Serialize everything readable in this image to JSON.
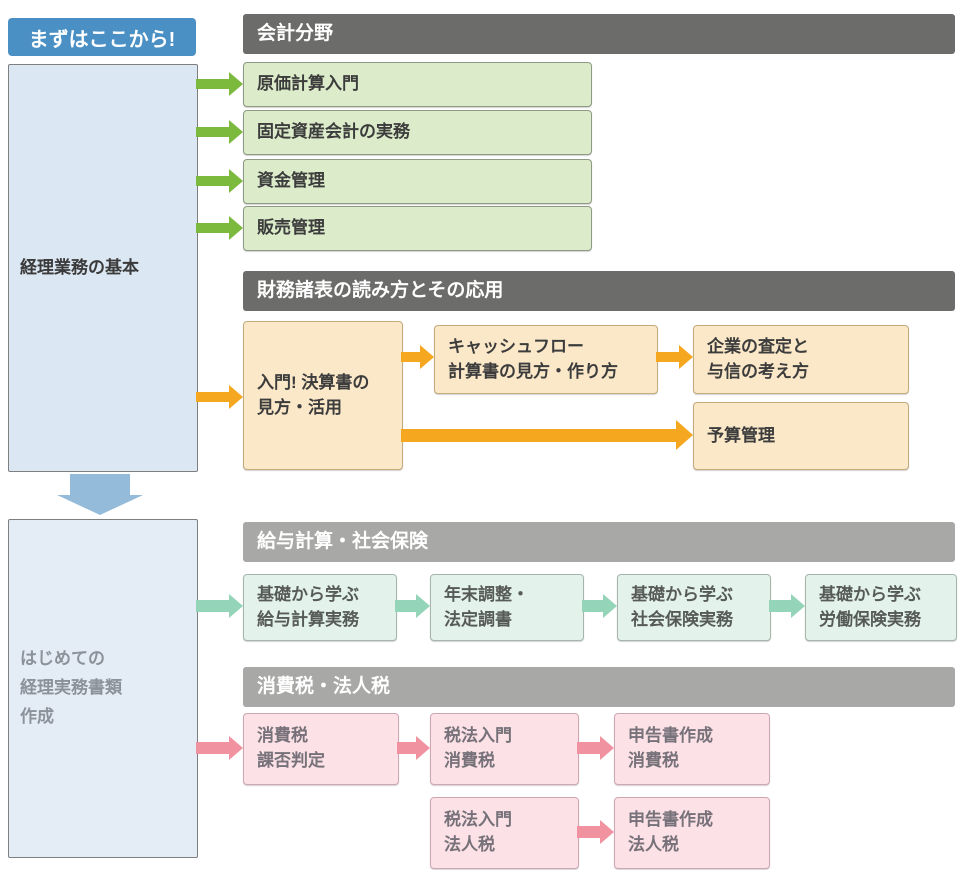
{
  "start_label": {
    "text": "まずはここから!"
  },
  "left_column": {
    "basics_box": {
      "label": "経理業務の基本"
    },
    "documents_box": {
      "label": "はじめての\n経理実務書類\n作成"
    }
  },
  "sections": {
    "accounting": {
      "header": "会計分野",
      "items": [
        {
          "label": "原価計算入門"
        },
        {
          "label": "固定資産会計の実務"
        },
        {
          "label": "資金管理"
        },
        {
          "label": "販売管理"
        }
      ]
    },
    "financial_statements": {
      "header": "財務諸表の読み方とその応用",
      "intro_box": {
        "label": "入門! 決算書の\n見方・活用"
      },
      "cashflow_box": {
        "label": "キャッシュフロー\n計算書の見方・作り方"
      },
      "credit_box": {
        "label": "企業の査定と\n与信の考え方"
      },
      "budget_box": {
        "label": "予算管理"
      }
    },
    "payroll": {
      "header": "給与計算・社会保険",
      "items": [
        {
          "label": "基礎から学ぶ\n給与計算実務"
        },
        {
          "label": "年末調整・\n法定調書"
        },
        {
          "label": "基礎から学ぶ\n社会保険実務"
        },
        {
          "label": "基礎から学ぶ\n労働保険実務"
        }
      ]
    },
    "tax": {
      "header": "消費税・法人税",
      "row1": [
        {
          "label": "消費税\n課否判定"
        },
        {
          "label": "税法入門\n消費税"
        },
        {
          "label": "申告書作成\n消費税"
        }
      ],
      "row2": [
        {
          "label": "税法入門\n法人税"
        },
        {
          "label": "申告書作成\n法人税"
        }
      ]
    }
  },
  "colors": {
    "start_banner_blue": "#4b90c4",
    "left_box_fill": "#dbe7f2",
    "left_box2_fill": "#e4edf6",
    "down_arrow_blue": "#94bbd9",
    "header_dark_gray": "#6c6c6a",
    "header_light_gray": "#a8a8a6",
    "accounting_box_green": "#dcecca",
    "accounting_arrow_green": "#7cba3e",
    "financial_box_orange": "#fbe8c8",
    "financial_arrow_orange": "#f4a71f",
    "payroll_box_mint": "#e4f2ec",
    "payroll_arrow_mint": "#94d4b8",
    "tax_box_pink": "#fce1e6",
    "tax_arrow_pink": "#f192a1"
  }
}
